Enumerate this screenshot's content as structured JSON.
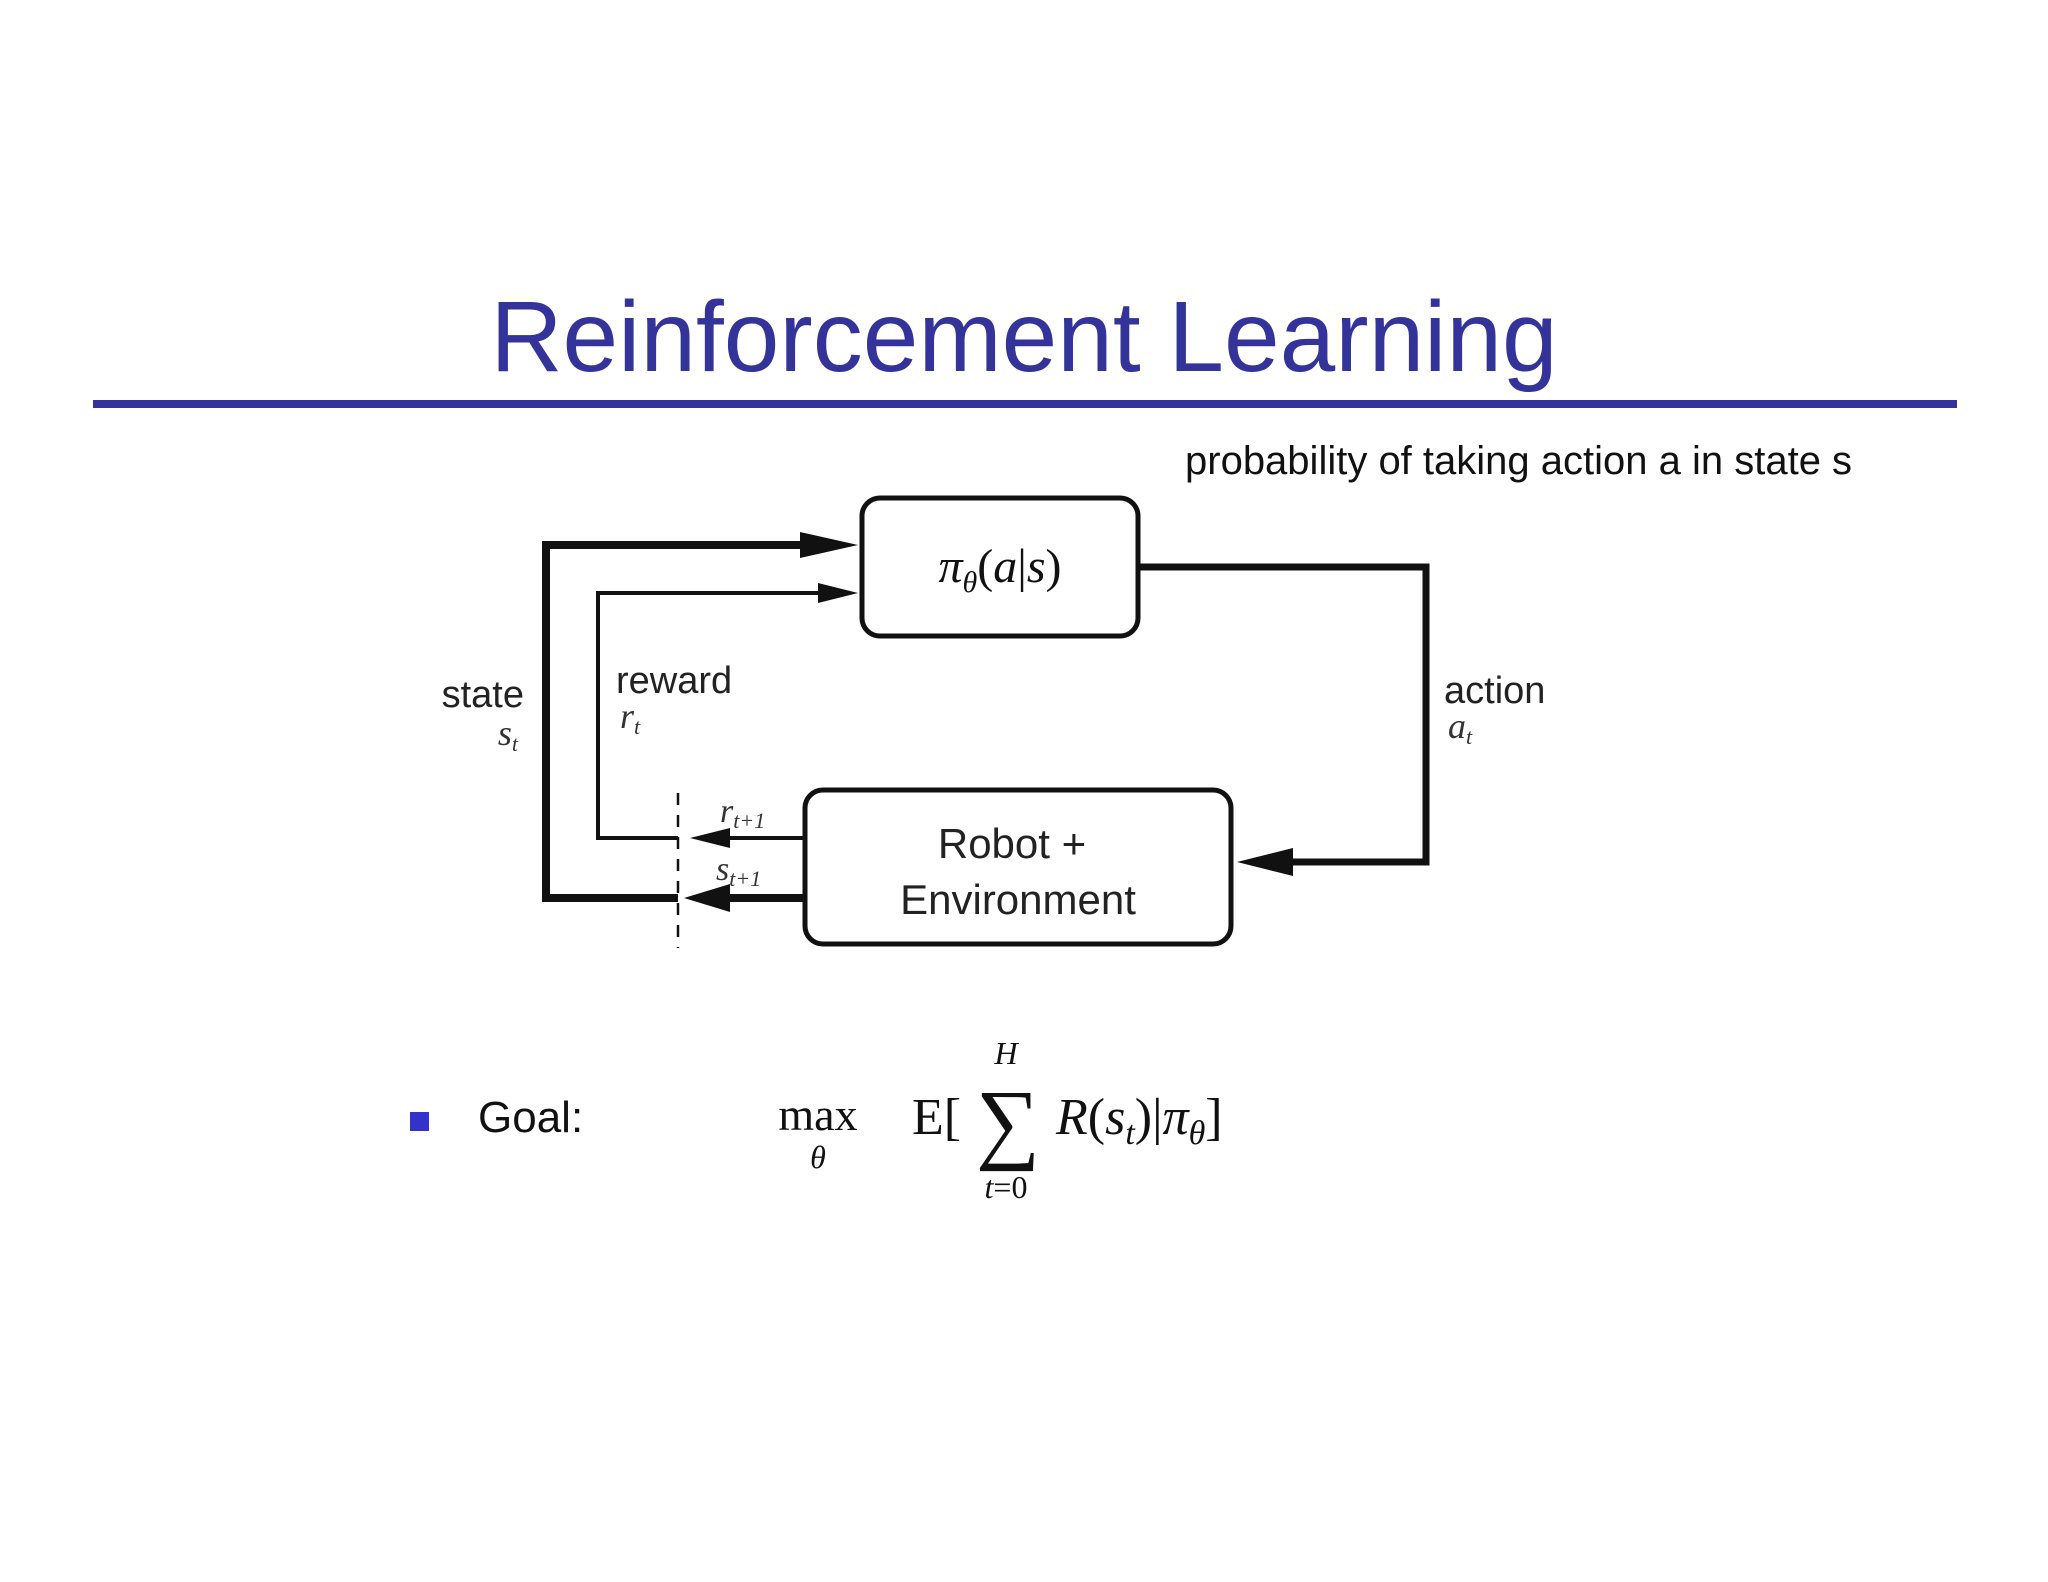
{
  "slide": {
    "title": "Reinforcement Learning",
    "annotation": "probability of taking action a in state s"
  },
  "diagram": {
    "policy_label": "πθ(a|s)",
    "environment_label_line1": "Robot +",
    "environment_label_line2": "Environment",
    "state_label": "state",
    "state_symbol": "st",
    "reward_label": "reward",
    "reward_symbol": "rt",
    "action_label": "action",
    "action_symbol": "at",
    "next_reward_symbol": "rt+1",
    "next_state_symbol": "st+1"
  },
  "goal": {
    "label": "Goal:",
    "formula_max": "max",
    "formula_max_sub": "θ",
    "formula_expectation": "E[",
    "formula_sum_upper": "H",
    "formula_sum_lower": "t=0",
    "formula_body": "R(st)|πθ]"
  },
  "colors": {
    "title": "#333399",
    "rule": "#333399",
    "bullet": "#3333cc"
  }
}
